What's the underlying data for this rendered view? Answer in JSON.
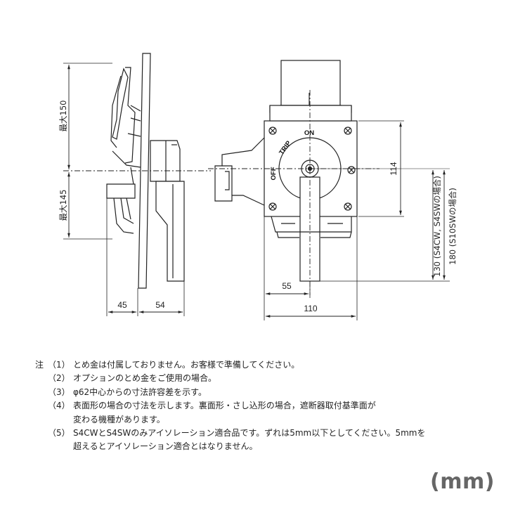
{
  "dimensions": {
    "max150": "最大150",
    "max145": "最大145",
    "d45": "45",
    "d54": "54",
    "d55": "55",
    "d110": "110",
    "d114": "114",
    "d130": "130 (S4CW, S4SWの場合)",
    "d180": "180 (S10SWの場合)"
  },
  "switch_labels": {
    "on": "ON",
    "trip": "TRIP",
    "off": "OFF"
  },
  "notes": {
    "prefix": "注",
    "items": [
      {
        "num": "（1）",
        "lines": [
          "とめ金は付属しておりません。お客様で準備してください。"
        ]
      },
      {
        "num": "（2）",
        "lines": [
          "オプションのとめ金をご使用の場合。"
        ]
      },
      {
        "num": "（3）",
        "lines": [
          "φ62中心からの寸法許容差を示す。"
        ]
      },
      {
        "num": "（4）",
        "lines": [
          "表面形の場合の寸法を示します。裏面形・さし込形の場合，遮断器取付基準面が",
          "変わる機種があります。"
        ]
      },
      {
        "num": "（5）",
        "lines": [
          "S4CWとS4SWのみアイソレーション適合品です。ずれは5mm以下としてください。5mmを",
          "超えるとアイソレーション適合とはなりません。"
        ]
      }
    ]
  },
  "unit": "(mm)"
}
